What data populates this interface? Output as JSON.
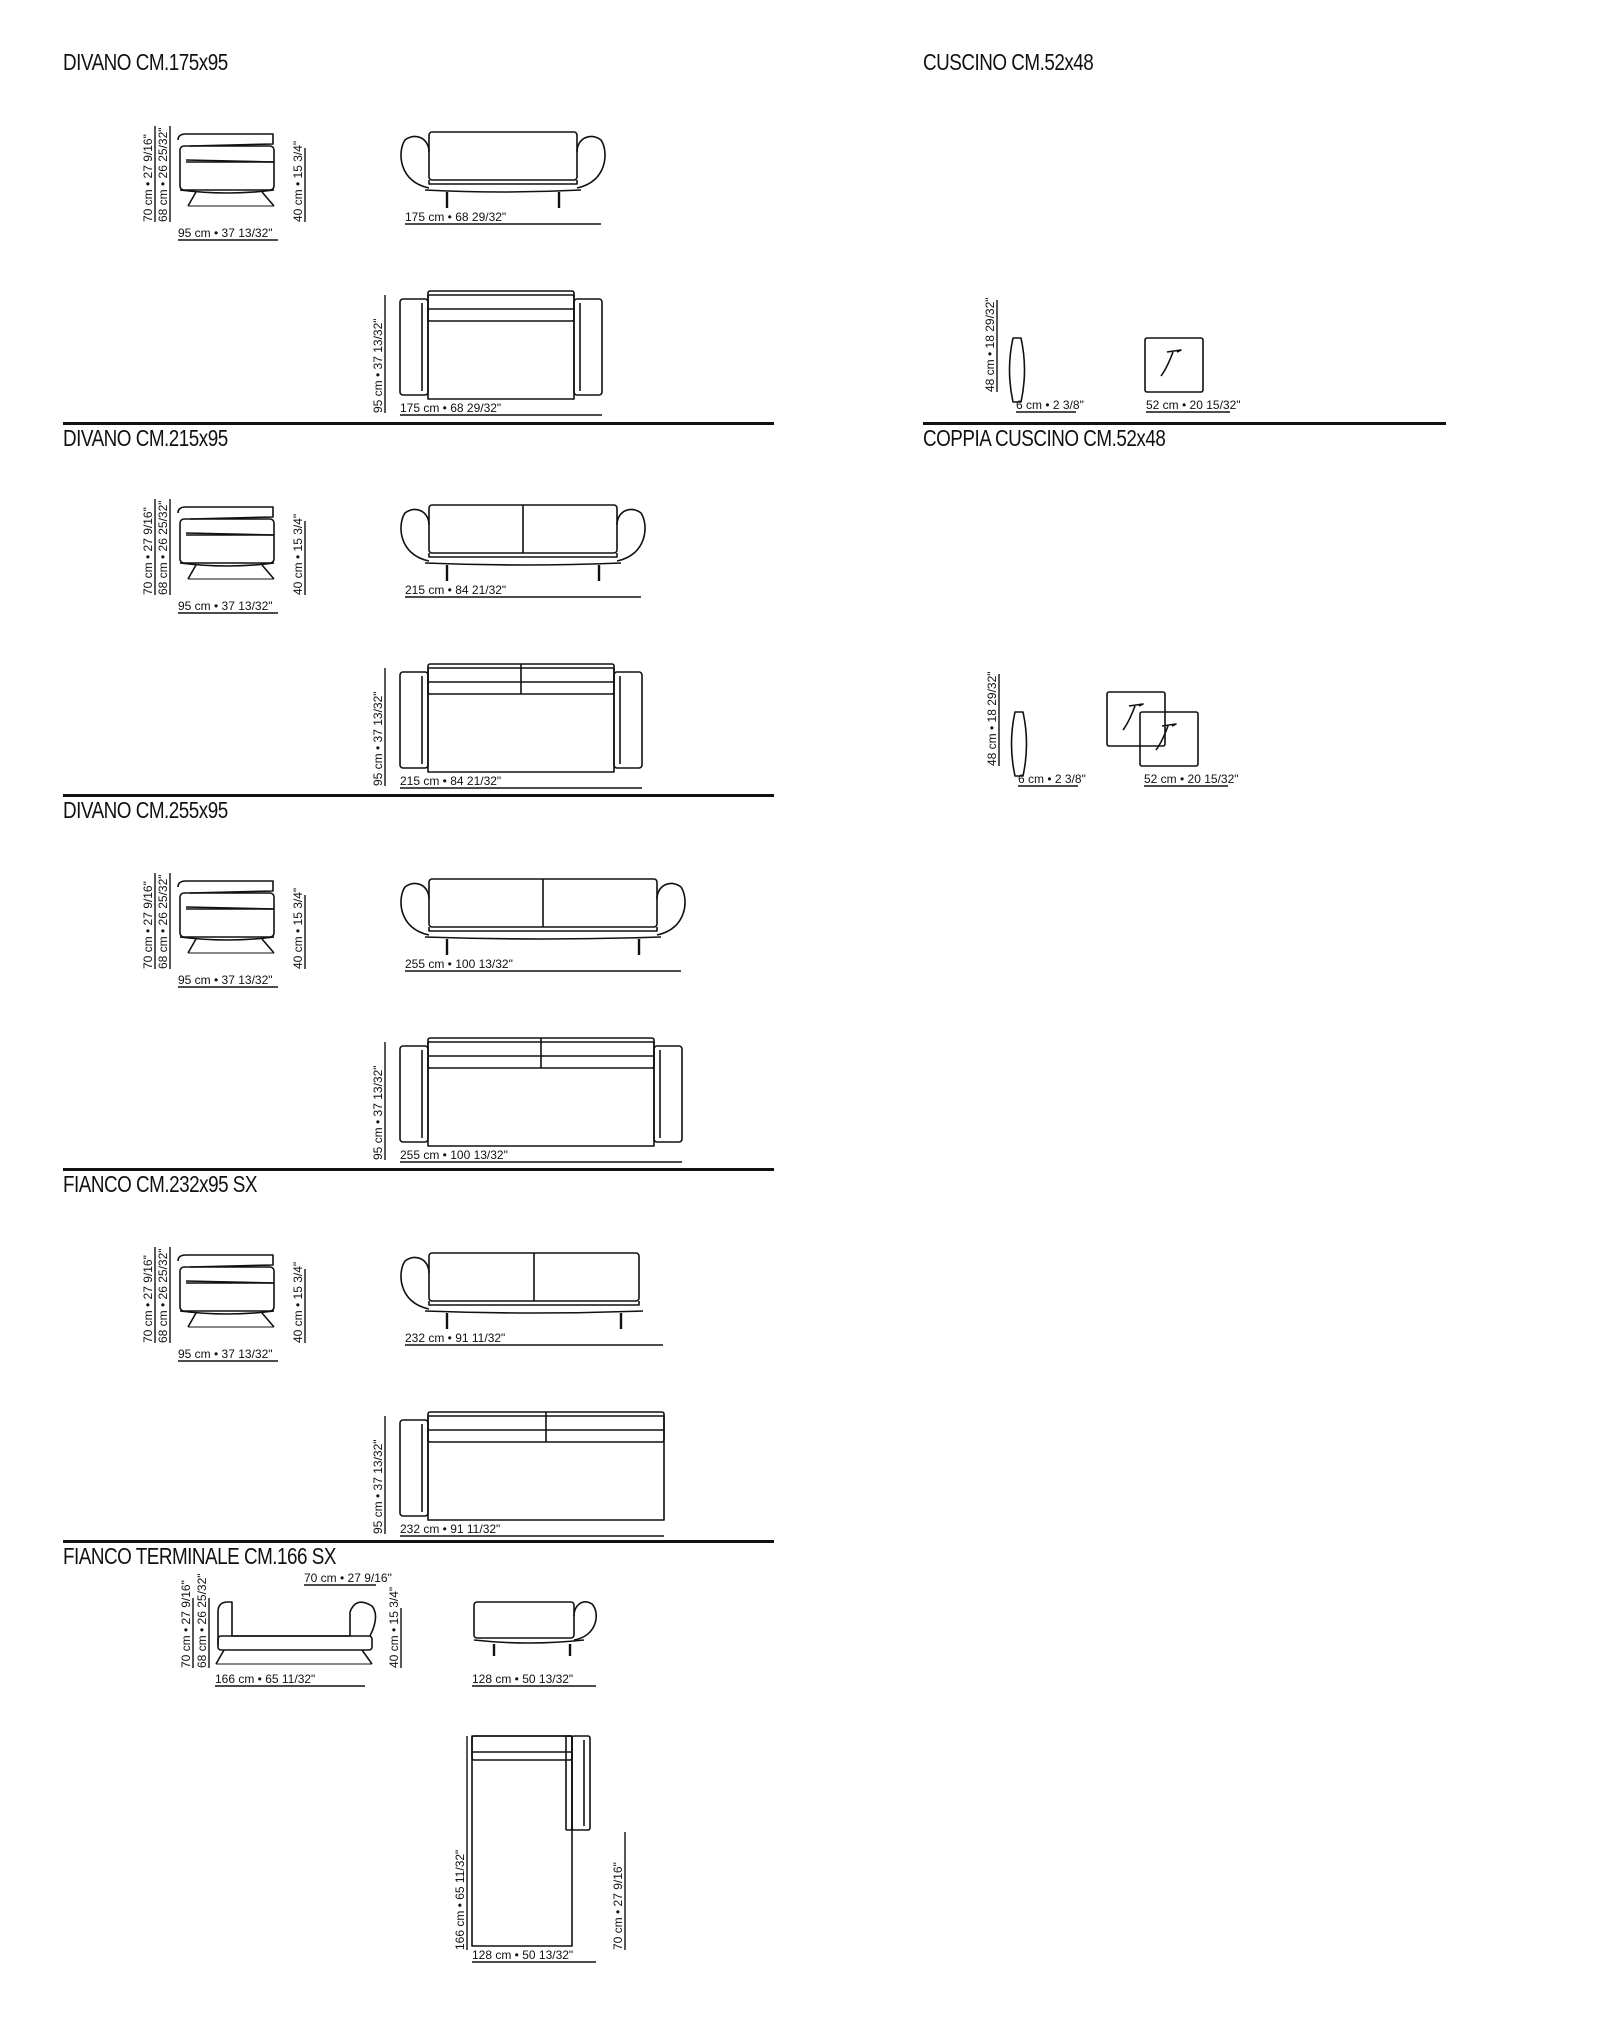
{
  "sections": [
    {
      "id": "divano-175",
      "title": "DIVANO CM.175x95",
      "side": {
        "h1": "70 cm • 27 9/16\"",
        "h2": "68 cm • 26 25/32\"",
        "seat": "40 cm • 15 3/4\"",
        "depth": "95 cm • 37 13/32\""
      },
      "front": "175 cm • 68 29/32\"",
      "top_depth": "95 cm • 37 13/32\"",
      "top_width": "175 cm • 68 29/32\""
    },
    {
      "id": "divano-215",
      "title": "DIVANO CM.215x95",
      "side": {
        "h1": "70 cm • 27 9/16\"",
        "h2": "68 cm • 26 25/32\"",
        "seat": "40 cm • 15 3/4\"",
        "depth": "95 cm • 37 13/32\""
      },
      "front": "215 cm • 84 21/32\"",
      "top_depth": "95 cm • 37 13/32\"",
      "top_width": "215 cm • 84 21/32\""
    },
    {
      "id": "divano-255",
      "title": "DIVANO CM.255x95",
      "side": {
        "h1": "70 cm • 27 9/16\"",
        "h2": "68 cm • 26 25/32\"",
        "seat": "40 cm • 15 3/4\"",
        "depth": "95 cm • 37 13/32\""
      },
      "front": "255 cm • 100 13/32\"",
      "top_depth": "95 cm • 37 13/32\"",
      "top_width": "255 cm • 100 13/32\""
    },
    {
      "id": "fianco-232",
      "title": "FIANCO CM.232x95 SX",
      "side": {
        "h1": "70 cm • 27 9/16\"",
        "h2": "68 cm • 26 25/32\"",
        "seat": "40 cm • 15 3/4\"",
        "depth": "95 cm • 37 13/32\""
      },
      "front": "232 cm • 91 11/32\"",
      "top_depth": "95 cm • 37 13/32\"",
      "top_width": "232 cm • 91 11/32\""
    },
    {
      "id": "fianco-terminale",
      "title": "FIANCO TERMINALE CM.166 SX",
      "side": {
        "top": "70 cm • 27 9/16\"",
        "h1": "70 cm • 27 9/16\"",
        "h2": "68 cm • 26 25/32\"",
        "seat": "40 cm • 15 3/4\"",
        "depth": "166 cm • 65 11/32\""
      },
      "front": "128 cm • 50 13/32\"",
      "plan_depth": "166 cm • 65 11/32\"",
      "plan_width": "128 cm • 50 13/32\"",
      "plan_arm": "70 cm • 27 9/16\""
    }
  ],
  "cushions": [
    {
      "id": "cuscino",
      "title": "CUSCINO CM.52x48",
      "height": "48 cm • 18 29/32\"",
      "thick": "6 cm • 2 3/8\"",
      "width": "52 cm • 20 15/32\""
    },
    {
      "id": "coppia-cuscino",
      "title": "COPPIA CUSCINO CM.52x48",
      "height": "48 cm • 18 29/32\"",
      "thick": "6 cm • 2 3/8\"",
      "width": "52 cm • 20 15/32\""
    }
  ],
  "colors": {
    "ink": "#111111",
    "background": "#ffffff"
  }
}
